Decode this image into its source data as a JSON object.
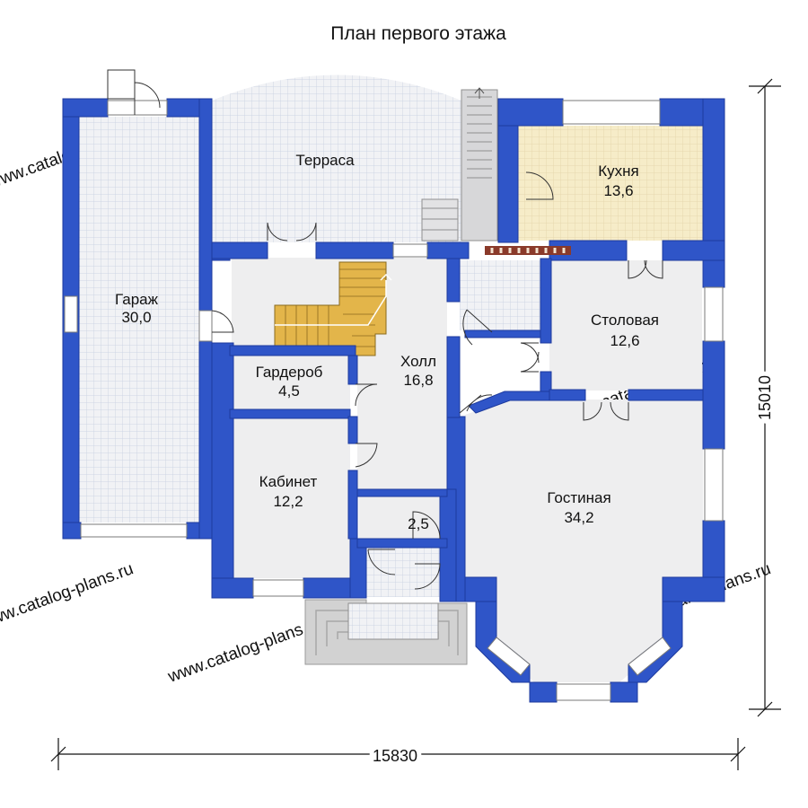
{
  "title": "План первого этажа",
  "watermark": "www.catalog-plans.ru",
  "dimensions": {
    "width": "15830",
    "height": "15010"
  },
  "rooms": {
    "garage": {
      "name": "Гараж",
      "area": "30,0"
    },
    "terrace": {
      "name": "Терраса",
      "area": ""
    },
    "kitchen": {
      "name": "Кухня",
      "area": "13,6"
    },
    "dining": {
      "name": "Столовая",
      "area": "12,6"
    },
    "hall": {
      "name": "Холл",
      "area": "16,8"
    },
    "wardrobe": {
      "name": "Гардероб",
      "area": "4,5"
    },
    "study": {
      "name": "Кабинет",
      "area": "12,2"
    },
    "bathroom": {
      "name": "",
      "area": "2,5"
    },
    "living": {
      "name": "Гостиная",
      "area": "34,2"
    }
  },
  "colors": {
    "wall": "#2f55c8",
    "wall_dark": "#1d3a9e",
    "floor": "#eeeeef",
    "kitchen": "#f6ecc8",
    "stairs": "#e3b54a",
    "porch": "#c8c8c8",
    "grid": "#c6cfe0"
  }
}
